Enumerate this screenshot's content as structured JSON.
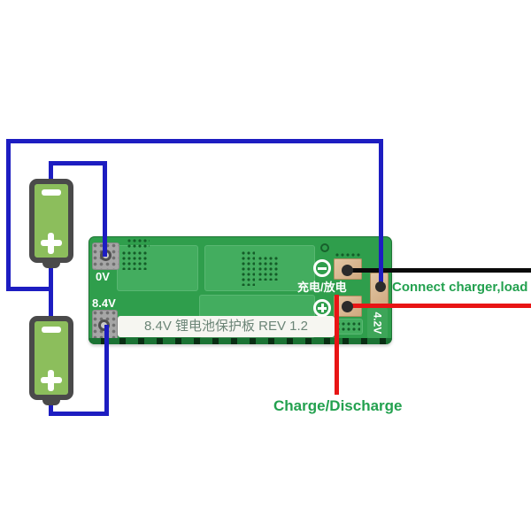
{
  "board": {
    "silkscreen_label": "8.4V 锂电池保护板 REV 1.2",
    "pad_0v_label": "0V",
    "pad_84v_label": "8.4V",
    "pad_42v_label": "4.2V",
    "charge_discharge_cn": "充电/放电"
  },
  "annotations": {
    "connect_charger_load": "Connect charger,load",
    "charge_discharge_en": "Charge/Discharge"
  },
  "icons": {
    "minus_circle": "circled-minus",
    "plus_circle": "circled-plus",
    "battery_minus": "minus-terminal",
    "battery_plus": "plus-terminal"
  },
  "colors": {
    "wire_blue": "#1d1dc1",
    "wire_red": "#e81515",
    "wire_black": "#0a0a0a",
    "pcb_green": "#2f9e4c",
    "battery_green": "#8cbe5c",
    "annotation_green": "#23a14f",
    "copper_pad": "#d9ba94",
    "silver_pad": "#a6a6a6"
  }
}
